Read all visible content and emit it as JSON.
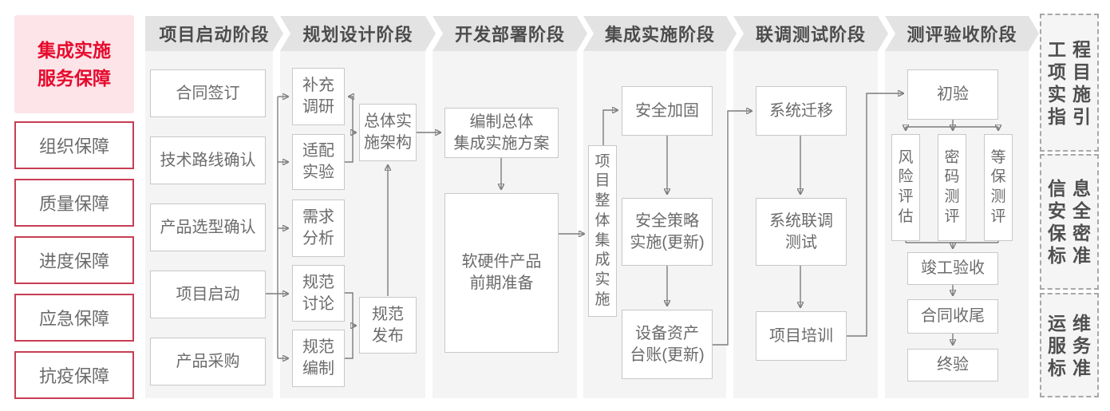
{
  "sidebar": {
    "highlight": "集成实施\n服务保障",
    "items": [
      "组织保障",
      "质量保障",
      "进度保障",
      "应急保障",
      "抗疫保障"
    ]
  },
  "phases": [
    {
      "label": "项目启动阶段",
      "boxes": [
        "合同签订",
        "技术路线确认",
        "产品选型确认",
        "项目启动",
        "产品采购"
      ]
    },
    {
      "label": "规划设计阶段",
      "boxes": [
        "补充\n调研",
        "适配\n实验",
        "需求\n分析",
        "规范\n讨论",
        "规范\n编制",
        "总体实\n施架构",
        "规范\n发布"
      ]
    },
    {
      "label": "开发部署阶段",
      "boxes": [
        "编制总体\n集成实施方案",
        "软硬件产品\n前期准备"
      ]
    },
    {
      "label": "集成实施阶段",
      "boxes": [
        "项目整体集成实施",
        "安全加固",
        "安全策略\n实施(更新)",
        "设备资产\n台账(更新)"
      ]
    },
    {
      "label": "联调测试阶段",
      "boxes": [
        "系统迁移",
        "系统联调\n测试",
        "项目培训"
      ]
    },
    {
      "label": "测评验收阶段",
      "boxes": [
        "初验",
        "风险评估",
        "密码测评",
        "等保测评",
        "竣工验收",
        "合同收尾",
        "终验"
      ]
    }
  ],
  "standards": [
    {
      "text": "工程项目实施指引",
      "rows": [
        "工程",
        "项目",
        "实施",
        "指引"
      ]
    },
    {
      "text": "信息安全保密标准",
      "rows": [
        "信息",
        "安全",
        "保密",
        "标准"
      ]
    },
    {
      "text": "运维服务标准",
      "rows": [
        "运维",
        "服务",
        "标准"
      ]
    }
  ],
  "colors": {
    "accent_red": "#e60a2c",
    "pink_bg": "#fce4e9",
    "red_border": "#c73e54",
    "header_bg": "#e3e3e3",
    "column_bg": "#f4f4f4",
    "box_border": "#c8c8c8",
    "connector": "#7d7d7d"
  }
}
